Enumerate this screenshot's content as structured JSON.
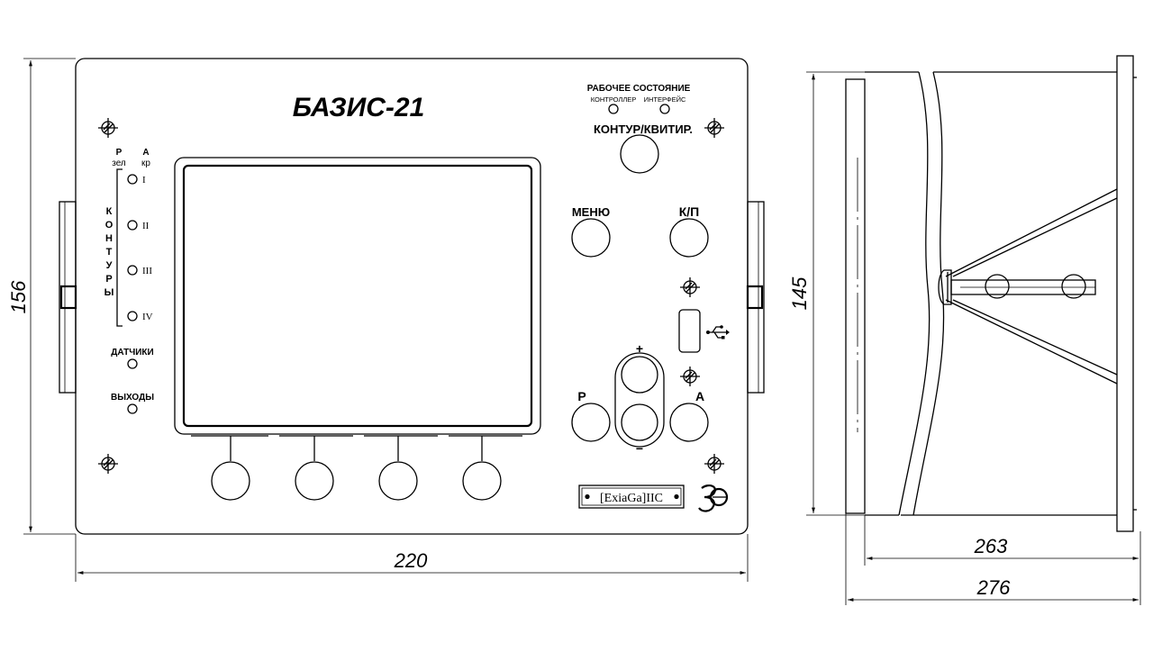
{
  "title": "БАЗИС-21",
  "status": {
    "heading": "РАБОЧЕЕ СОСТОЯНИЕ",
    "controller": "КОНТРОЛЛЕР",
    "interface": "ИНТЕРФЕЙС"
  },
  "buttons": {
    "kontur": "КОНТУР/КВИТИР.",
    "menu": "МЕНЮ",
    "kp": "К/П",
    "p": "Р",
    "a": "А",
    "plus": "+",
    "minus": "−"
  },
  "legend": {
    "p": "Р",
    "a": "А",
    "zel": "зел",
    "kr": "кр"
  },
  "contours": {
    "label_letters": [
      "К",
      "О",
      "Н",
      "Т",
      "У",
      "Р",
      "Ы"
    ],
    "items": [
      "I",
      "II",
      "III",
      "IV"
    ]
  },
  "indicators": {
    "sensors": "ДАТЧИКИ",
    "outputs": "ВЫХОДЫ"
  },
  "ex_marking": "[ExiaGa]IIC",
  "dimensions": {
    "height_total": "156",
    "width_front": "220",
    "height_side": "145",
    "depth_body": "263",
    "depth_total": "276"
  }
}
